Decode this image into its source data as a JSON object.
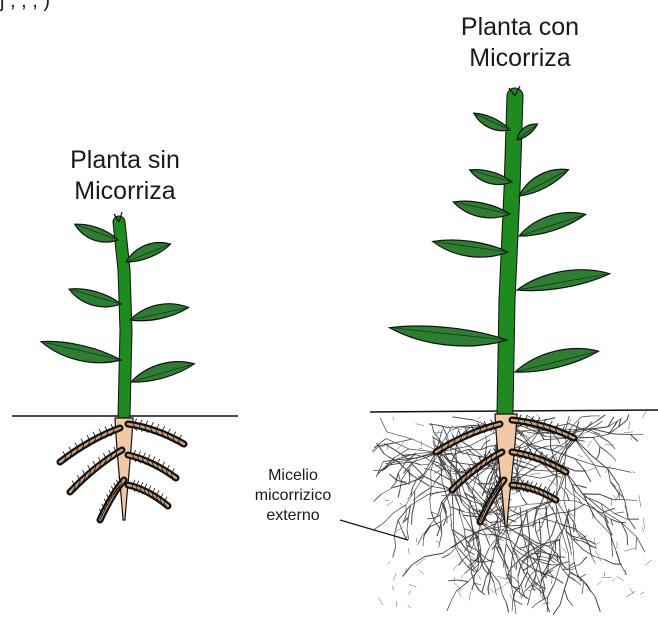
{
  "header_fragment": "j          ,        ,                               ,         )",
  "labels": {
    "without": [
      "Planta sin",
      "Micorriza"
    ],
    "with": [
      "Planta con",
      "Micorriza"
    ],
    "mycelium": [
      "Micelio",
      "micorrizico",
      "externo"
    ]
  },
  "colors": {
    "stem": "#1f8a1f",
    "leaf": "#2e7d32",
    "root": "#f2c9a5",
    "outline": "#111111",
    "hyphae": "#444444"
  }
}
